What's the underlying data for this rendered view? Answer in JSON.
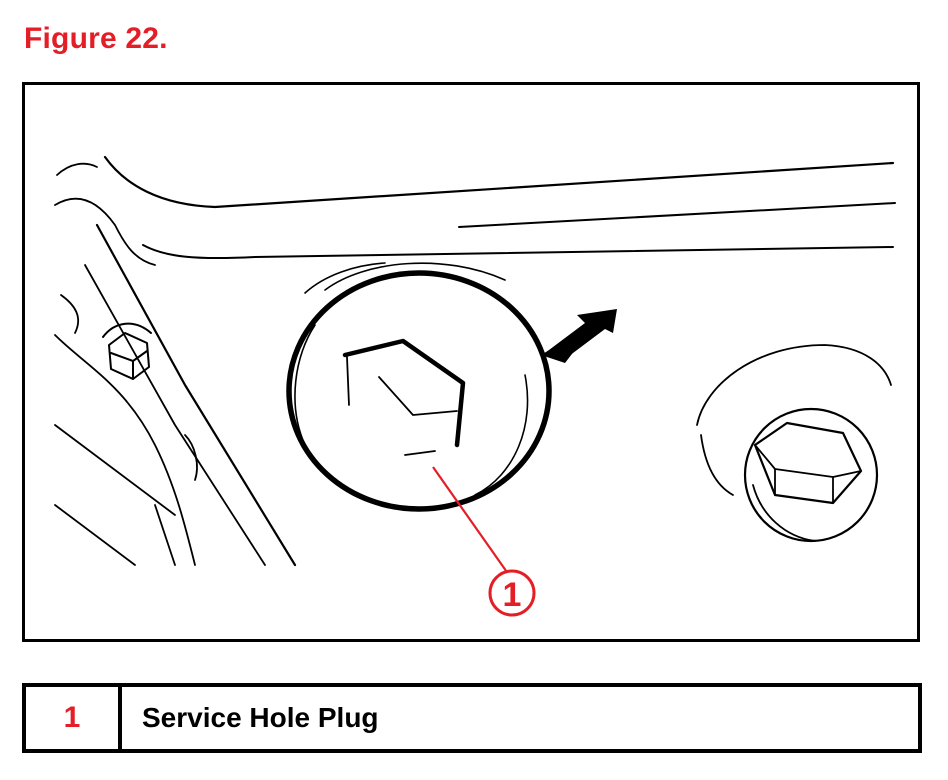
{
  "figure": {
    "title": "Figure 22.",
    "callout_number": "1"
  },
  "legend": {
    "rows": [
      {
        "number": "1",
        "label": "Service Hole Plug"
      }
    ]
  },
  "colors": {
    "accent_red": "#e41e26",
    "line_black": "#000000"
  }
}
